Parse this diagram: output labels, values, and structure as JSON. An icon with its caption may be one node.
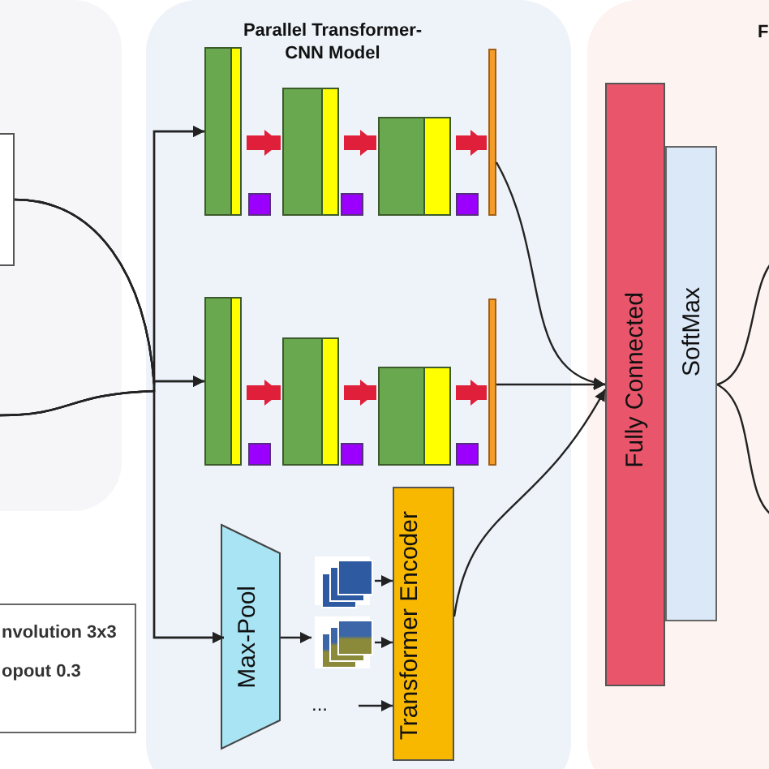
{
  "diagram": {
    "nodes": [
      {
        "text": [],
        "shape": "box"
      },
      {
        "text": [],
        "shape": "box",
        "in": 0
      },
      {
        "text": [
          "Parallel Transformer-CNN Model"
        ]
      },
      {
        "text": [],
        "shape": "bar",
        "in": 2
      },
      {
        "text": [],
        "shape": "bar",
        "in": 2
      },
      {
        "text": [],
        "shape": "bar",
        "in": 2
      },
      {
        "text": [],
        "shape": "bar",
        "in": 2
      },
      {
        "text": [],
        "shape": "bar",
        "in": 2
      },
      {
        "text": [],
        "shape": "bar",
        "in": 2
      },
      {
        "text": [],
        "shape": "bar",
        "in": 2
      },
      {
        "text": [],
        "shape": "bar",
        "in": 2
      },
      {
        "text": [
          "Max-Pool"
        ],
        "in": 2
      },
      {
        "text": [],
        "shape": "picture",
        "in": 2
      },
      {
        "text": [],
        "shape": "picture",
        "in": 2
      },
      {
        "text": [
          "..."
        ],
        "in": 2
      },
      {
        "text": [
          "Transformer Encoder"
        ],
        "in": 2
      },
      {
        "text": [
          "F"
        ]
      },
      {
        "text": [
          "Fully Connected"
        ],
        "in": 16
      },
      {
        "text": [
          "SoftMax"
        ],
        "in": 16
      },
      {
        "text": [
          "nvolution 3x3",
          "opout 0.3"
        ]
      }
    ],
    "edges": [
      {
        "from": 1,
        "to": 3,
        "arrow": "to"
      },
      {
        "from": 1,
        "to": 7,
        "arrow": "to"
      },
      {
        "from": 1,
        "to": 11,
        "arrow": "to"
      },
      {
        "from": null,
        "to": 3,
        "arrow": "to"
      },
      {
        "from": null,
        "to": 7,
        "arrow": "to"
      },
      {
        "from": null,
        "to": 11,
        "arrow": "to"
      },
      {
        "from": 3,
        "to": 4,
        "arrow": "to",
        "style": "thick",
        "color": "#e0203a"
      },
      {
        "from": 4,
        "to": 5,
        "arrow": "to",
        "style": "thick",
        "color": "#e0203a"
      },
      {
        "from": 5,
        "to": 6,
        "arrow": "to",
        "style": "thick",
        "color": "#e0203a"
      },
      {
        "from": 7,
        "to": 8,
        "arrow": "to",
        "style": "thick",
        "color": "#e0203a"
      },
      {
        "from": 8,
        "to": 9,
        "arrow": "to",
        "style": "thick",
        "color": "#e0203a"
      },
      {
        "from": 9,
        "to": 10,
        "arrow": "to",
        "style": "thick",
        "color": "#e0203a"
      },
      {
        "from": 6,
        "to": 17,
        "arrow": "to"
      },
      {
        "from": 10,
        "to": 17,
        "arrow": "to"
      },
      {
        "from": 15,
        "to": 17,
        "arrow": "to"
      },
      {
        "from": 11,
        "to": 13,
        "arrow": "to"
      },
      {
        "from": 12,
        "to": 15,
        "arrow": "to"
      },
      {
        "from": 13,
        "to": 15,
        "arrow": "to"
      },
      {
        "from": 14,
        "to": 15,
        "arrow": "to"
      },
      {
        "from": 18,
        "to": null,
        "arrow": "none"
      },
      {
        "from": 18,
        "to": null,
        "arrow": "none"
      }
    ]
  }
}
